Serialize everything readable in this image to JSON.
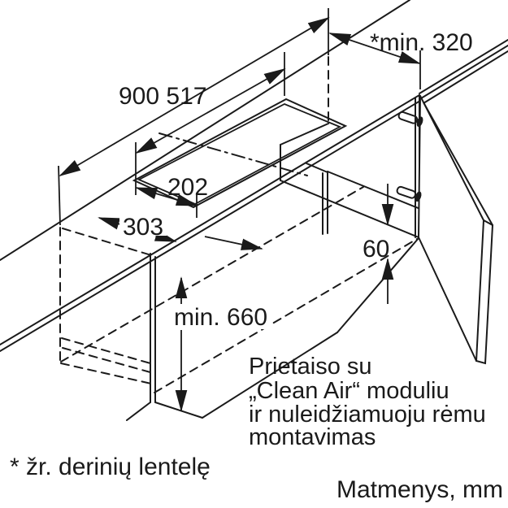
{
  "drawing": {
    "type": "appliance-installation-diagram",
    "dimensions": {
      "width_labels": "900 517",
      "cutout_width": "202",
      "cutout_depth": "303",
      "cabinet_depth": "*min. 320",
      "cabinet_height": "min. 660",
      "clearance": "60"
    },
    "caption": {
      "line1": "Prietaiso su",
      "line2": "„Clean Air“ moduliu",
      "line3": "ir nuleidžiamuoju rėmu",
      "line4": "montavimas"
    },
    "footnote": "* žr. derinių lentelę",
    "units_note": "Matmenys, mm",
    "colors": {
      "line": "#1a1a1a",
      "background": "#ffffff"
    }
  }
}
